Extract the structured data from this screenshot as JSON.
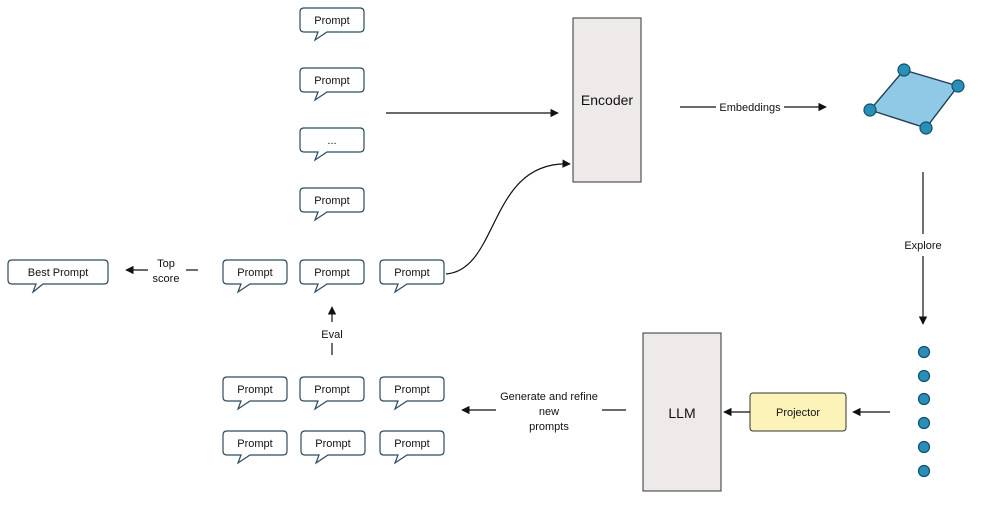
{
  "nodes": {
    "prompt_column": [
      "Prompt",
      "Prompt",
      "...",
      "Prompt"
    ],
    "selection_row": [
      "Prompt",
      "Prompt",
      "Prompt"
    ],
    "generated_grid": [
      "Prompt",
      "Prompt",
      "Prompt",
      "Prompt",
      "Prompt",
      "Prompt"
    ],
    "best_prompt": "Best Prompt",
    "encoder": "Encoder",
    "llm": "LLM",
    "projector": "Projector"
  },
  "edges": {
    "embeddings": "Embeddings",
    "explore": "Explore",
    "top_score": [
      "Top",
      "score"
    ],
    "eval": "Eval",
    "generate": [
      "Generate and refine",
      "new",
      "prompts"
    ]
  },
  "colors": {
    "block_fill": "#eeeaea",
    "projector_fill": "#fbf3b8",
    "embedding_fill": "#8fc9e6",
    "dot_fill": "#2a8fb8"
  },
  "embedding_points": 4,
  "latent_dots": 6
}
